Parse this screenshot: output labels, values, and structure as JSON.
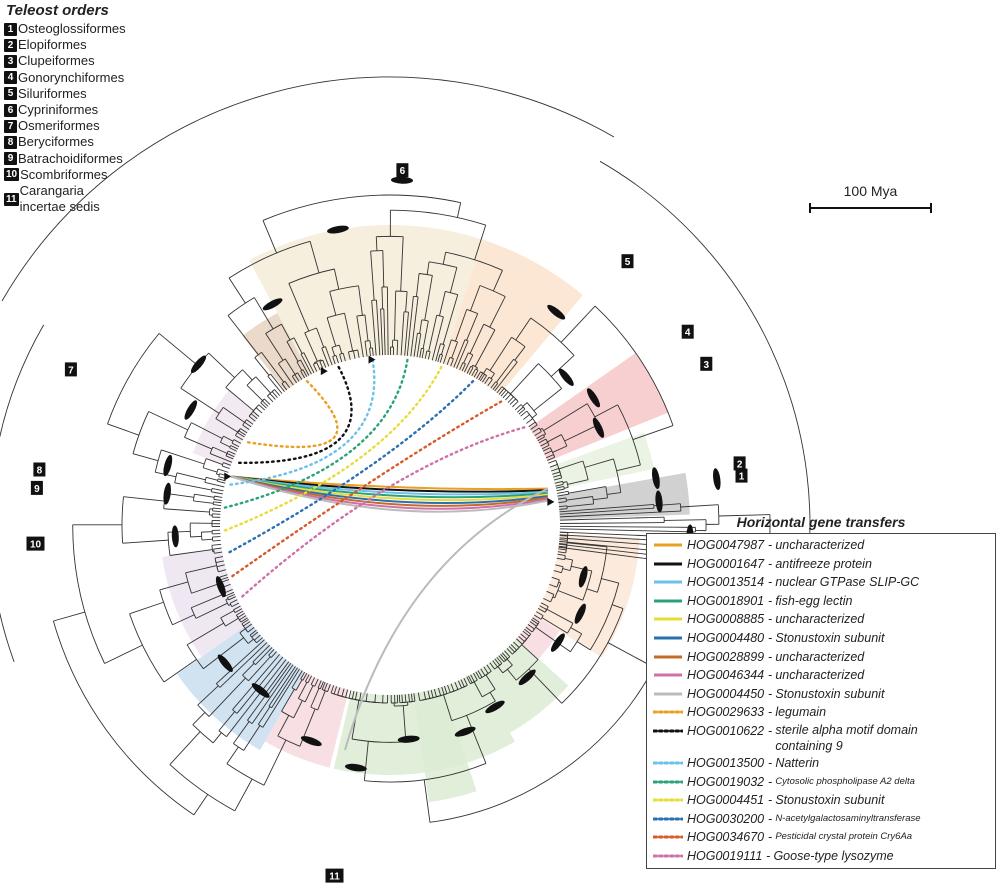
{
  "orders": {
    "title": "Teleost orders",
    "items": [
      {
        "num": "1",
        "name": "Osteoglossiformes"
      },
      {
        "num": "2",
        "name": "Elopiformes"
      },
      {
        "num": "3",
        "name": "Clupeiformes"
      },
      {
        "num": "4",
        "name": "Gonorynchiformes"
      },
      {
        "num": "5",
        "name": "Siluriformes"
      },
      {
        "num": "6",
        "name": "Cypriniformes"
      },
      {
        "num": "7",
        "name": "Osmeriformes"
      },
      {
        "num": "8",
        "name": "Beryciformes"
      },
      {
        "num": "9",
        "name": "Batrachoidiformes"
      },
      {
        "num": "10",
        "name": "Scombriformes"
      },
      {
        "num": "11",
        "name": "Carangaria\nincertae sedis"
      }
    ]
  },
  "scale_bar": {
    "label": "100 Mya"
  },
  "legend": {
    "title": "Horizontal gene transfers",
    "items": [
      {
        "id": "HOG0047987",
        "desc": "uncharacterized",
        "color": "#e8a020",
        "style": "solid"
      },
      {
        "id": "HOG0001647",
        "desc": "antifreeze protein",
        "color": "#111111",
        "style": "solid"
      },
      {
        "id": "HOG0013514",
        "desc": "nuclear GTPase SLIP-GC",
        "color": "#6cc0ea",
        "style": "solid"
      },
      {
        "id": "HOG0018901",
        "desc": "fish-egg lectin",
        "color": "#2aa27a",
        "style": "solid"
      },
      {
        "id": "HOG0008885",
        "desc": "uncharacterized",
        "color": "#e8dc3a",
        "style": "solid"
      },
      {
        "id": "HOG0004480",
        "desc": "Stonustoxin subunit",
        "color": "#2a70b0",
        "style": "solid"
      },
      {
        "id": "HOG0028899",
        "desc": "uncharacterized",
        "color": "#c46a2a",
        "style": "solid"
      },
      {
        "id": "HOG0046344",
        "desc": "uncharacterized",
        "color": "#d070a8",
        "style": "solid"
      },
      {
        "id": "HOG0004450",
        "desc": "Stonustoxin subunit",
        "color": "#bbbbbb",
        "style": "solid"
      },
      {
        "id": "HOG0029633",
        "desc": "legumain",
        "color": "#e8a020",
        "style": "dotted"
      },
      {
        "id": "HOG0010622",
        "desc": "sterile alpha motif domain\ncontaining 9",
        "color": "#111111",
        "style": "dotted"
      },
      {
        "id": "HOG0013500",
        "desc": "Natterin",
        "color": "#6cc0ea",
        "style": "dotted"
      },
      {
        "id": "HOG0019032",
        "desc": "Cytosolic phospholipase A2 delta",
        "color": "#2aa27a",
        "style": "dotted",
        "small": true
      },
      {
        "id": "HOG0004451",
        "desc": "Stonustoxin subunit",
        "color": "#e8dc3a",
        "style": "dotted"
      },
      {
        "id": "HOG0030200",
        "desc": "N-acetylgalactosaminyltransferase",
        "color": "#2a70b0",
        "style": "dotted",
        "small": true
      },
      {
        "id": "HOG0034670",
        "desc": "Pesticidal crystal protein Cry6Aa",
        "color": "#d85a2a",
        "style": "dotted",
        "small": true
      },
      {
        "id": "HOG0019111",
        "desc": " Goose-type lysozyme",
        "color": "#d070a8",
        "style": "dotted"
      }
    ]
  },
  "clade_colors": {
    "cypriniformes": "#f4ecd8",
    "siluriformes": "#fbe3cc",
    "clupeiformes": "#f6c7c9",
    "elopiformes": "#e6f1df",
    "osteoglossiformes": "#c9c9c9",
    "osmeriformes": "#f1e6ee",
    "purple": "#ece4f0",
    "blue": "#c9ddef",
    "green": "#dcebd2",
    "peach": "#fce6d6",
    "pink": "#f6d9de",
    "brown": "#e8d2bf"
  },
  "tree_labels": [
    {
      "num": "1",
      "angle": -8
    },
    {
      "num": "2",
      "angle": -10
    },
    {
      "num": "3",
      "angle": -27
    },
    {
      "num": "4",
      "angle": -33
    },
    {
      "num": "5",
      "angle": -48
    },
    {
      "num": "6",
      "angle": -88
    },
    {
      "num": "7",
      "angle": -154
    },
    {
      "num": "8",
      "angle": -171
    },
    {
      "num": "9",
      "angle": -174
    },
    {
      "num": "10",
      "angle": -183
    },
    {
      "num": "11",
      "angle": -261
    }
  ]
}
